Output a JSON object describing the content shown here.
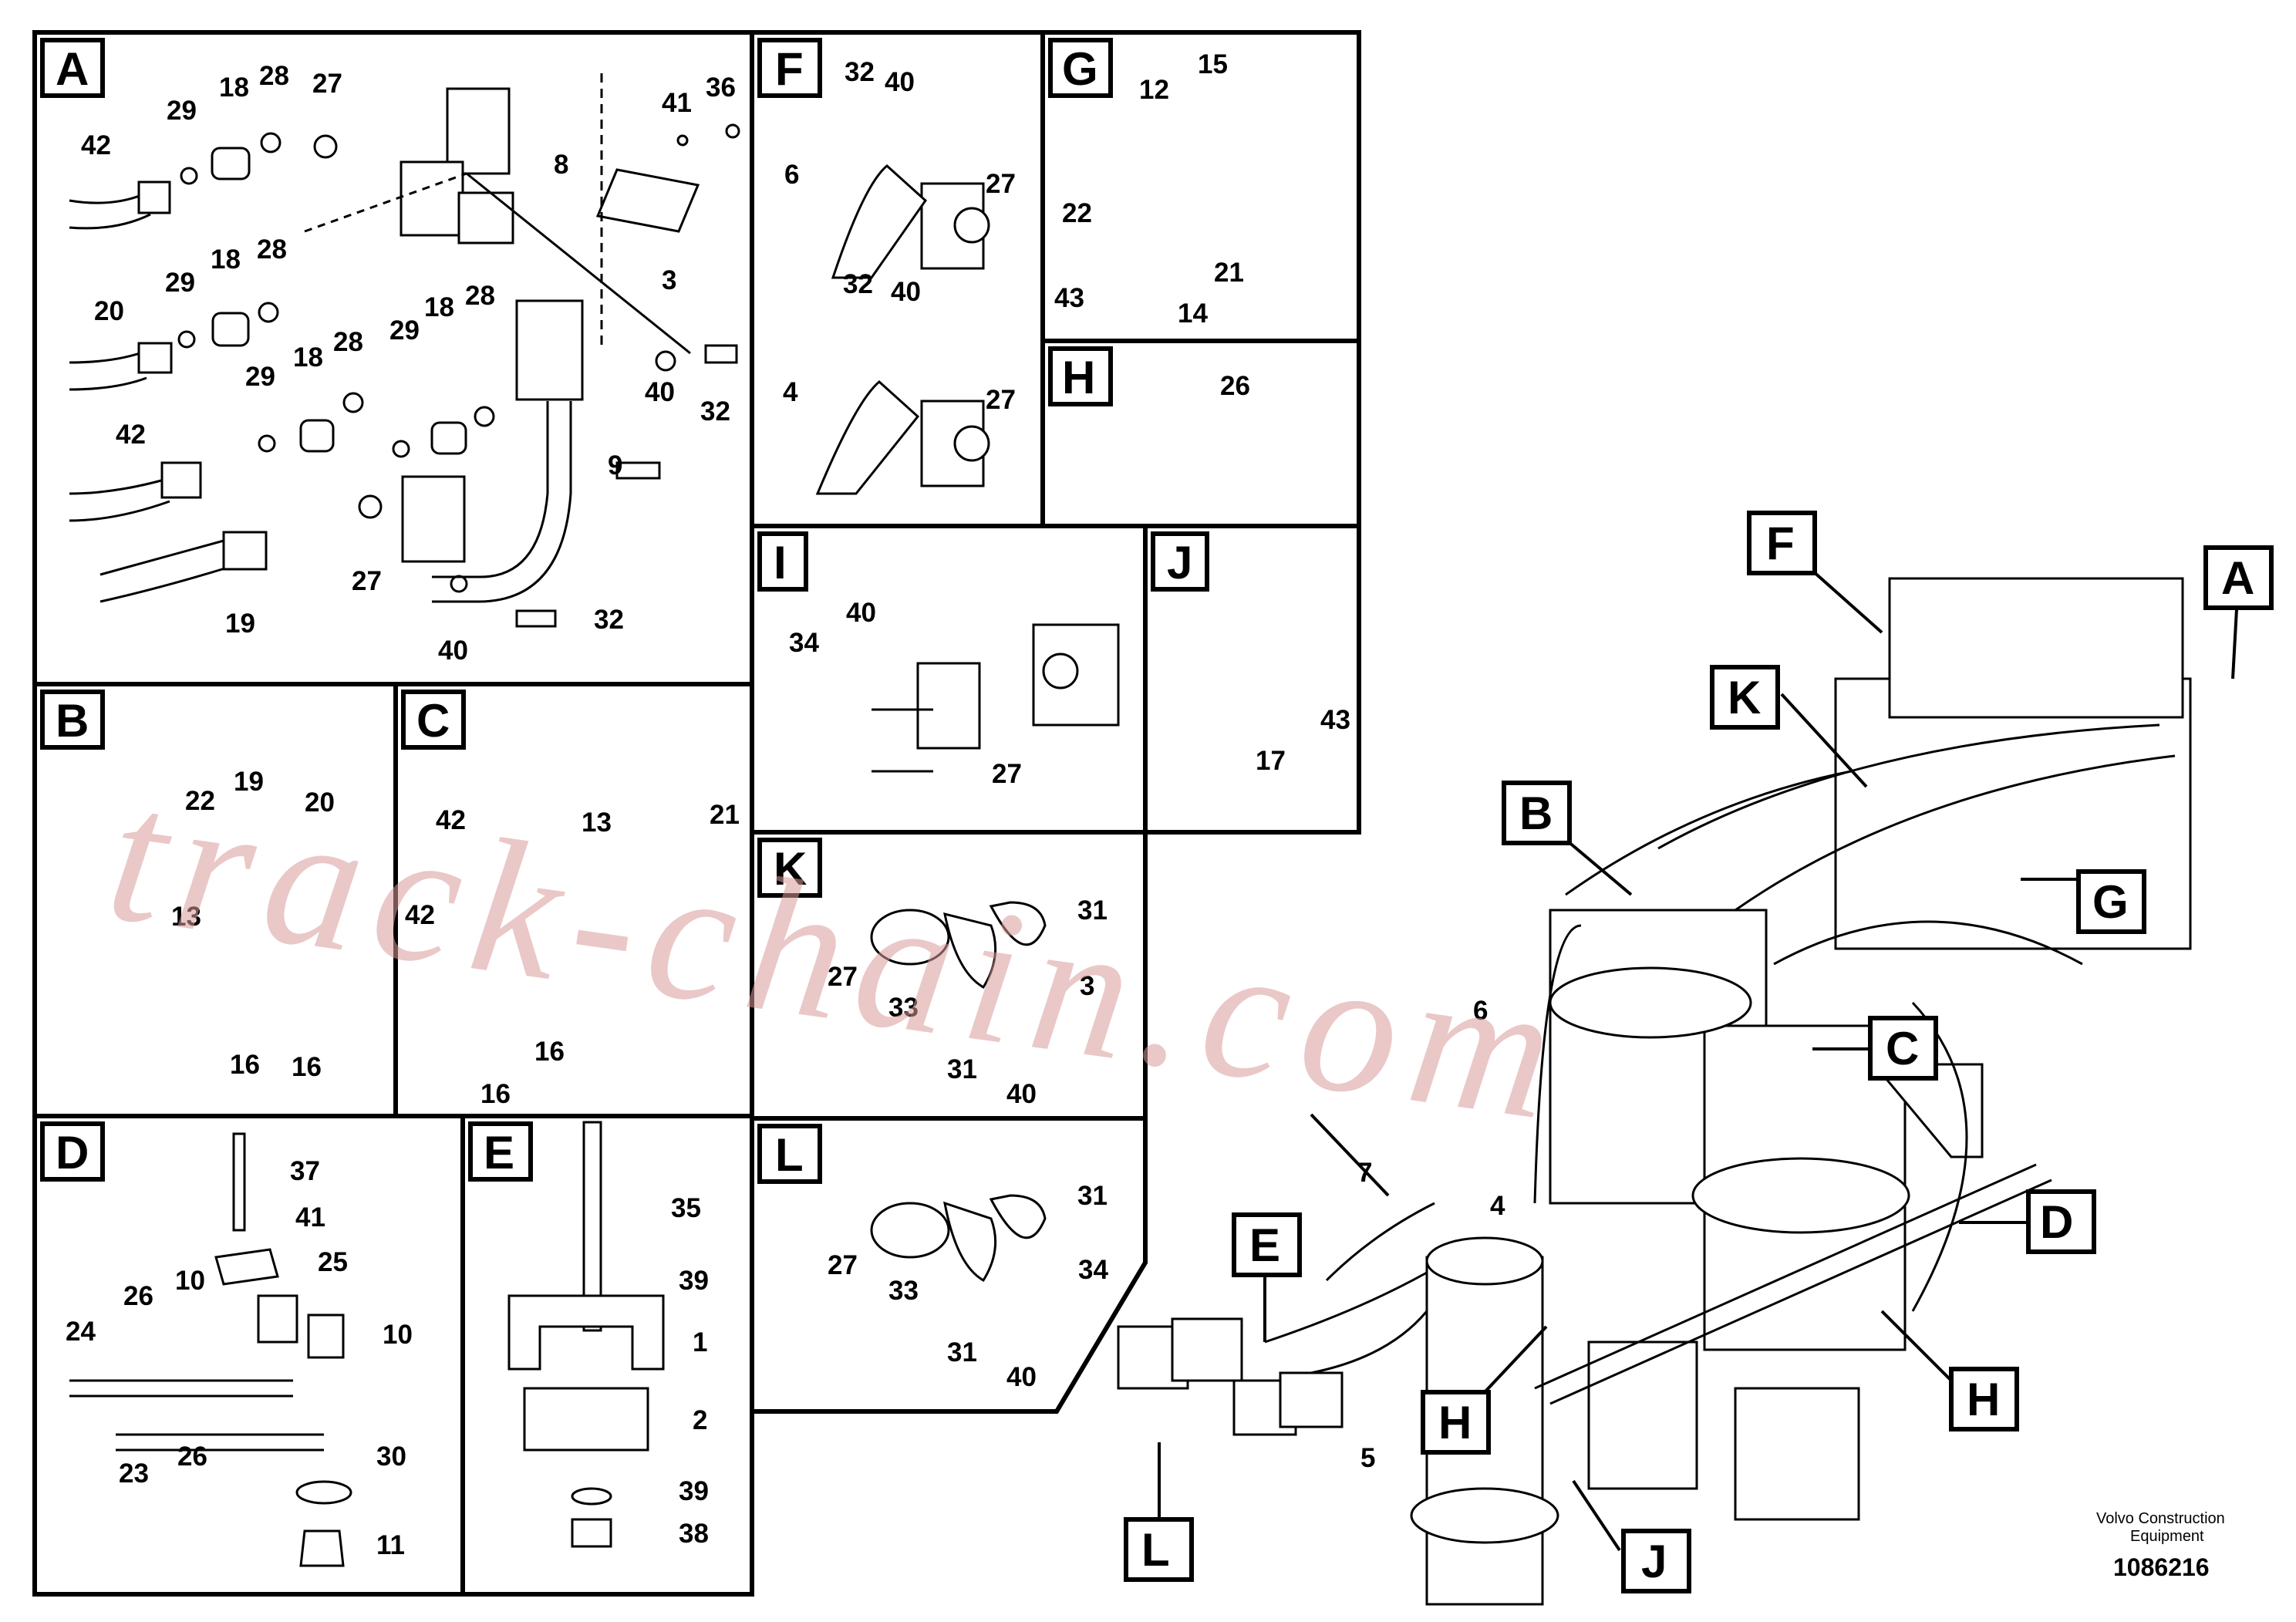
{
  "panels": {
    "A": {
      "tag": "A",
      "labels": [
        "42",
        "29",
        "18",
        "28",
        "27",
        "8",
        "41",
        "36",
        "3",
        "20",
        "29",
        "18",
        "28",
        "29",
        "18",
        "28",
        "28",
        "29",
        "18",
        "40",
        "32",
        "42",
        "9",
        "27",
        "19",
        "40",
        "32"
      ]
    },
    "B": {
      "tag": "B",
      "labels": [
        "22",
        "19",
        "20",
        "13",
        "16",
        "16"
      ]
    },
    "C": {
      "tag": "C",
      "labels": [
        "42",
        "13",
        "21",
        "42",
        "16",
        "16"
      ]
    },
    "D": {
      "tag": "D",
      "labels": [
        "37",
        "41",
        "25",
        "26",
        "10",
        "24",
        "10",
        "23",
        "26",
        "30",
        "11"
      ]
    },
    "E": {
      "tag": "E",
      "labels": [
        "35",
        "39",
        "1",
        "2",
        "39",
        "38"
      ]
    },
    "F": {
      "tag": "F",
      "labels": [
        "32",
        "40",
        "6",
        "27",
        "32",
        "40",
        "4",
        "27"
      ]
    },
    "G": {
      "tag": "G",
      "labels": [
        "15",
        "12",
        "22",
        "21",
        "43",
        "14"
      ]
    },
    "H": {
      "tag": "H",
      "labels": [
        "26"
      ]
    },
    "I": {
      "tag": "I",
      "labels": [
        "40",
        "34",
        "27"
      ]
    },
    "J": {
      "tag": "J",
      "labels": [
        "43",
        "17"
      ]
    },
    "K": {
      "tag": "K",
      "labels": [
        "31",
        "27",
        "33",
        "3",
        "31",
        "40"
      ]
    },
    "L": {
      "tag": "L",
      "labels": [
        "31",
        "27",
        "33",
        "34",
        "31",
        "40"
      ]
    }
  },
  "overview": {
    "callouts": [
      "F",
      "A",
      "K",
      "B",
      "G",
      "C",
      "E",
      "D",
      "H",
      "H",
      "J",
      "L"
    ],
    "part_labels": [
      "6",
      "7",
      "4",
      "5"
    ]
  },
  "watermark": "track-chain.com",
  "footer": {
    "company_line1": "Volvo Construction",
    "company_line2": "Equipment",
    "drawing_number": "1086216"
  }
}
